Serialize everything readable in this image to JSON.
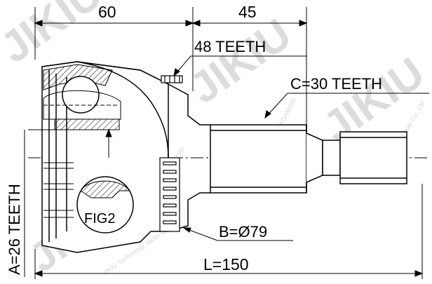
{
  "dimensions": {
    "width_left": "60",
    "width_right": "45",
    "length": "L=150"
  },
  "labels": {
    "outer_teeth": "48 TEETH",
    "c_teeth": "C=30 TEETH",
    "b_diameter": "B=Ø79",
    "a_teeth": "A=26 TEETH",
    "figure": "FIG2"
  },
  "watermark": {
    "brand": "JIKIU",
    "company": "RIK NAGAMORI",
    "tagline": "JIKIU Technology Japan Co., Ltd"
  },
  "colors": {
    "line": "#000000",
    "watermark": "#d9d9d9"
  }
}
